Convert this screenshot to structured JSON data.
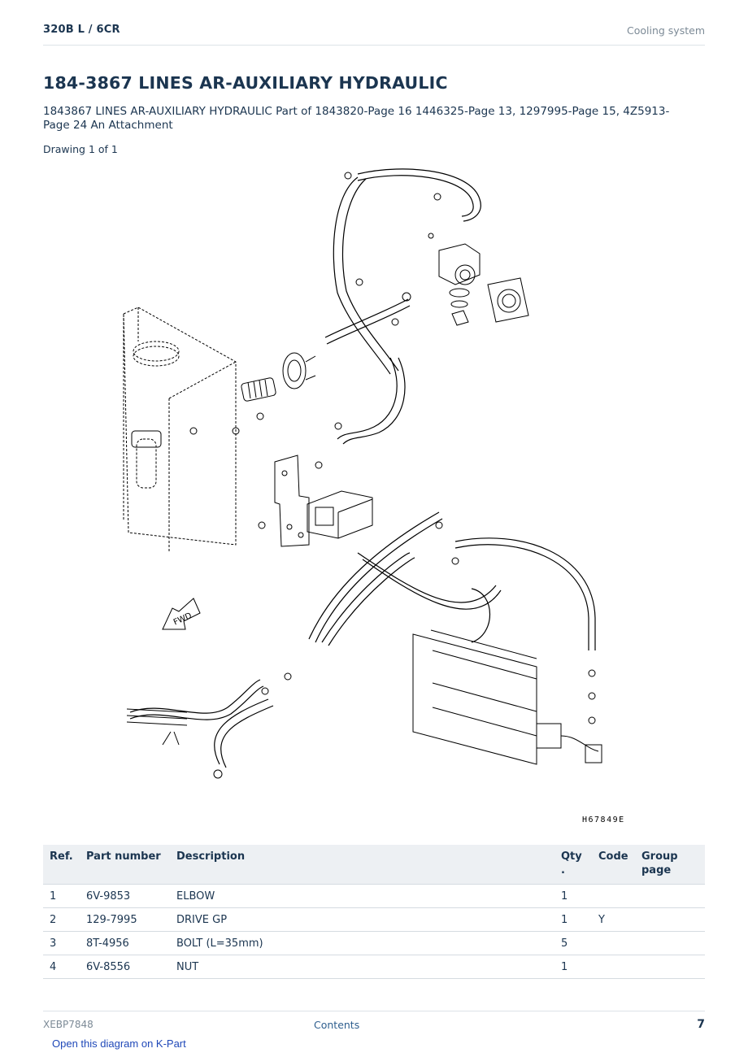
{
  "header": {
    "model": "320B L  /  6CR",
    "section": "Cooling system"
  },
  "title": "184-3867 LINES AR-AUXILIARY HYDRAULIC",
  "description": "1843867 LINES AR-AUXILIARY HYDRAULIC Part of 1843820-Page 16 1446325-Page 13, 1297995-Page 15, 4Z5913-Page 24 An Attachment",
  "drawing_label": "Drawing 1 of 1",
  "diagram": {
    "code": "H67849E",
    "fwd_label": "FWD"
  },
  "table": {
    "headers": {
      "ref": "Ref.",
      "part_number": "Part number",
      "description": "Description",
      "qty_line1": "Qty",
      "qty_line2": ".",
      "code": "Code",
      "group_line1": "Group",
      "group_line2": "page"
    },
    "rows": [
      {
        "ref": "1",
        "part_number": "6V-9853",
        "description": "ELBOW",
        "qty": "1",
        "code": "",
        "group_page": ""
      },
      {
        "ref": "2",
        "part_number": "129-7995",
        "description": "DRIVE GP",
        "qty": "1",
        "code": "Y",
        "group_page": ""
      },
      {
        "ref": "3",
        "part_number": "8T-4956",
        "description": "BOLT (L=35mm)",
        "qty": "5",
        "code": "",
        "group_page": ""
      },
      {
        "ref": "4",
        "part_number": "6V-8556",
        "description": "NUT",
        "qty": "1",
        "code": "",
        "group_page": ""
      }
    ]
  },
  "footer": {
    "doc_id": "XEBP7848",
    "contents_link": "Contents",
    "page_number": "7",
    "kpart_link": "Open this diagram on K-Part"
  }
}
